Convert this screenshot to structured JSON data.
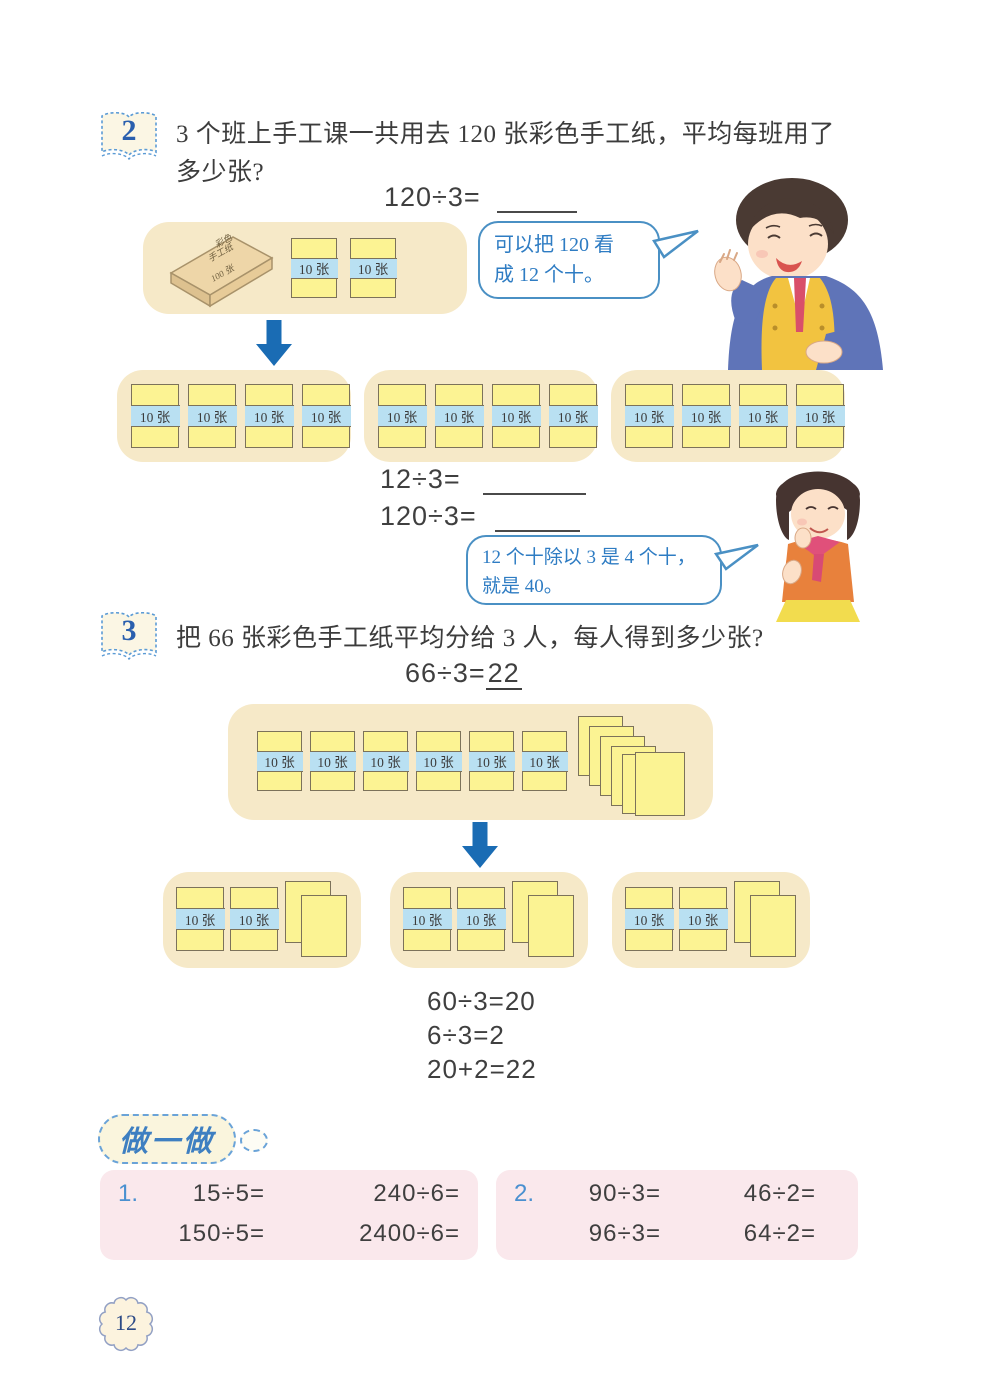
{
  "labels": {
    "bundle": "10 张"
  },
  "colors": {
    "accent_blue": "#4a90c4",
    "bubble_text_blue": "#2e7cc3",
    "arrow_blue": "#1a6cb4",
    "group_box_beige": "#f6e9c8",
    "bundle_yellow": "#fcf393",
    "bundle_band_blue": "#b9e0f2",
    "practice_pink": "#fae8ec",
    "badge_number_blue": "#2a5fae",
    "text_dark": "#3f3f3f"
  },
  "problem2": {
    "badge": "2",
    "text_line1": "3 个班上手工课一共用去 120 张彩色手工纸，平均每班用了",
    "text_line2": "多少张?",
    "equation_top": "120÷3=",
    "package": {
      "line1": "彩色",
      "line2": "手工纸",
      "line3": "100 张"
    },
    "boy_bubble": {
      "line1": "可以把 120 看",
      "line2": "成 12 个十。"
    },
    "equation_mid1": "12÷3=",
    "equation_mid2": "120÷3=",
    "girl_bubble": {
      "line1": "12 个十除以 3 是 4 个十，",
      "line2": "就是 40。"
    }
  },
  "problem3": {
    "badge": "3",
    "text": "把 66 张彩色手工纸平均分给 3 人，每人得到多少张?",
    "equation": "66÷3=",
    "answer": "22",
    "steps": {
      "s1": "60÷3=20",
      "s2": "6÷3=2",
      "s3": "20+2=22"
    }
  },
  "practice": {
    "title": "做一做",
    "g1": {
      "num": "1.",
      "r1c1": "15÷5=",
      "r1c2": "240÷6=",
      "r2c1": "150÷5=",
      "r2c2": "2400÷6="
    },
    "g2": {
      "num": "2.",
      "r1c1": "90÷3=",
      "r1c2": "46÷2=",
      "r2c1": "96÷3=",
      "r2c2": "64÷2="
    }
  },
  "page_number": "12"
}
